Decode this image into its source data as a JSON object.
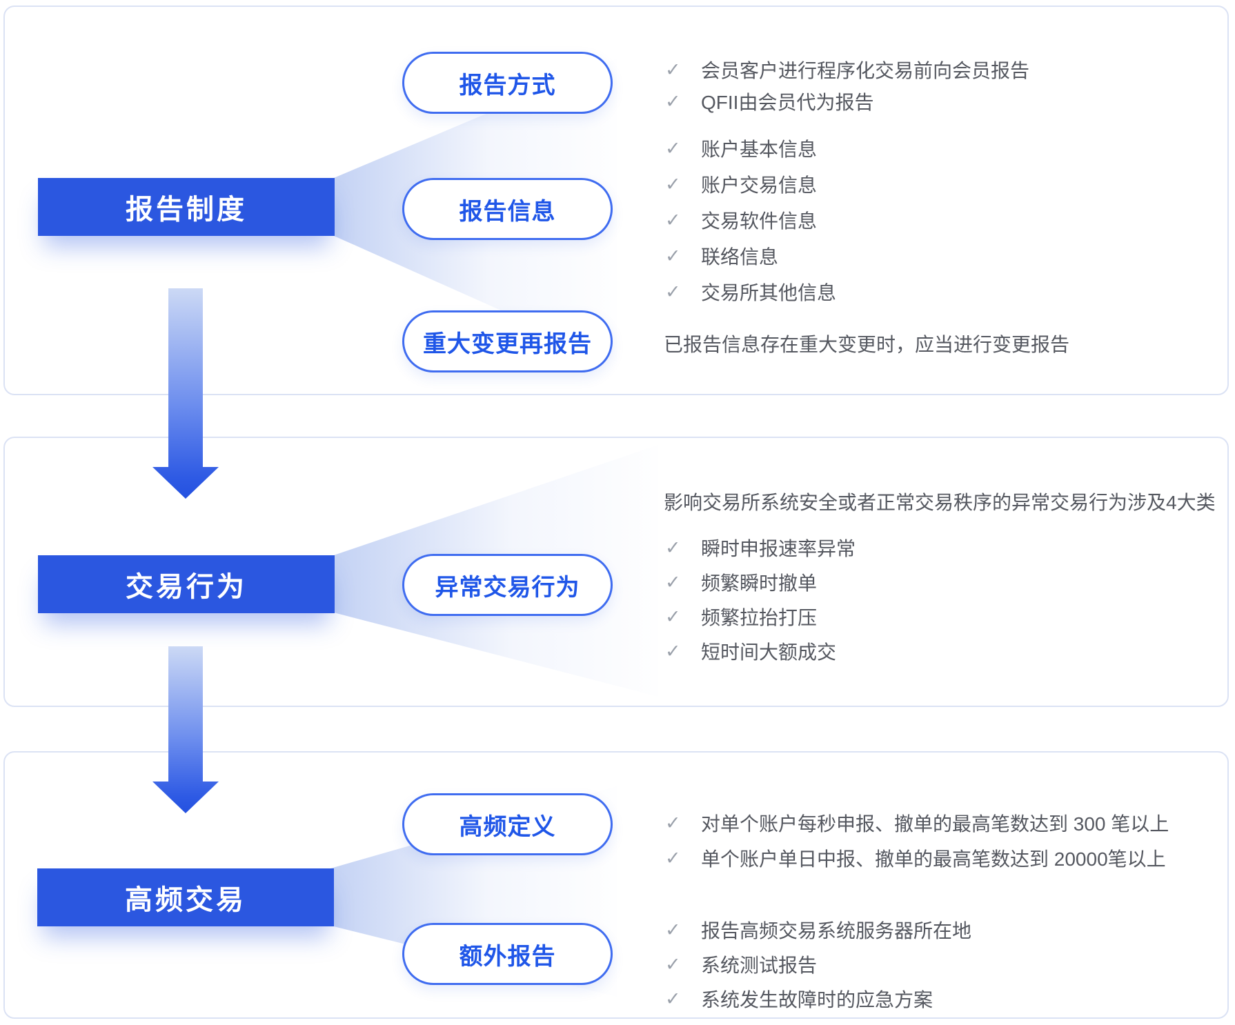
{
  "palette": {
    "primary_blue": "#2b57e0",
    "pill_text_blue": "#1f56e8",
    "pill_border_blue": "#3f6cf0",
    "panel_border": "#dbe2f4",
    "body_text": "#54575f",
    "check_gray": "#9aa0aa"
  },
  "glyphs": {
    "check": "✓"
  },
  "sections": [
    {
      "title": "报告制度",
      "branches": [
        {
          "pill": "报告方式",
          "items": [
            "会员客户进行程序化交易前向会员报告",
            "QFII由会员代为报告"
          ]
        },
        {
          "pill": "报告信息",
          "items": [
            "账户基本信息",
            "账户交易信息",
            "交易软件信息",
            "联络信息",
            "交易所其他信息"
          ]
        },
        {
          "pill": "重大变更再报告",
          "note": "已报告信息存在重大变更时，应当进行变更报告"
        }
      ]
    },
    {
      "title": "交易行为",
      "intro": "影响交易所系统安全或者正常交易秩序的异常交易行为涉及4大类",
      "branches": [
        {
          "pill": "异常交易行为",
          "items": [
            "瞬时申报速率异常",
            "频繁瞬时撤单",
            "频繁拉抬打压",
            "短时间大额成交"
          ]
        }
      ]
    },
    {
      "title": "高频交易",
      "branches": [
        {
          "pill": "高频定义",
          "items": [
            "对单个账户每秒申报、撤单的最高笔数达到 300 笔以上",
            "单个账户单日中报、撤单的最高笔数达到 20000笔以上"
          ]
        },
        {
          "pill": "额外报告",
          "items": [
            "报告高频交易系统服务器所在地",
            "系统测试报告",
            "系统发生故障时的应急方案"
          ]
        }
      ]
    }
  ]
}
